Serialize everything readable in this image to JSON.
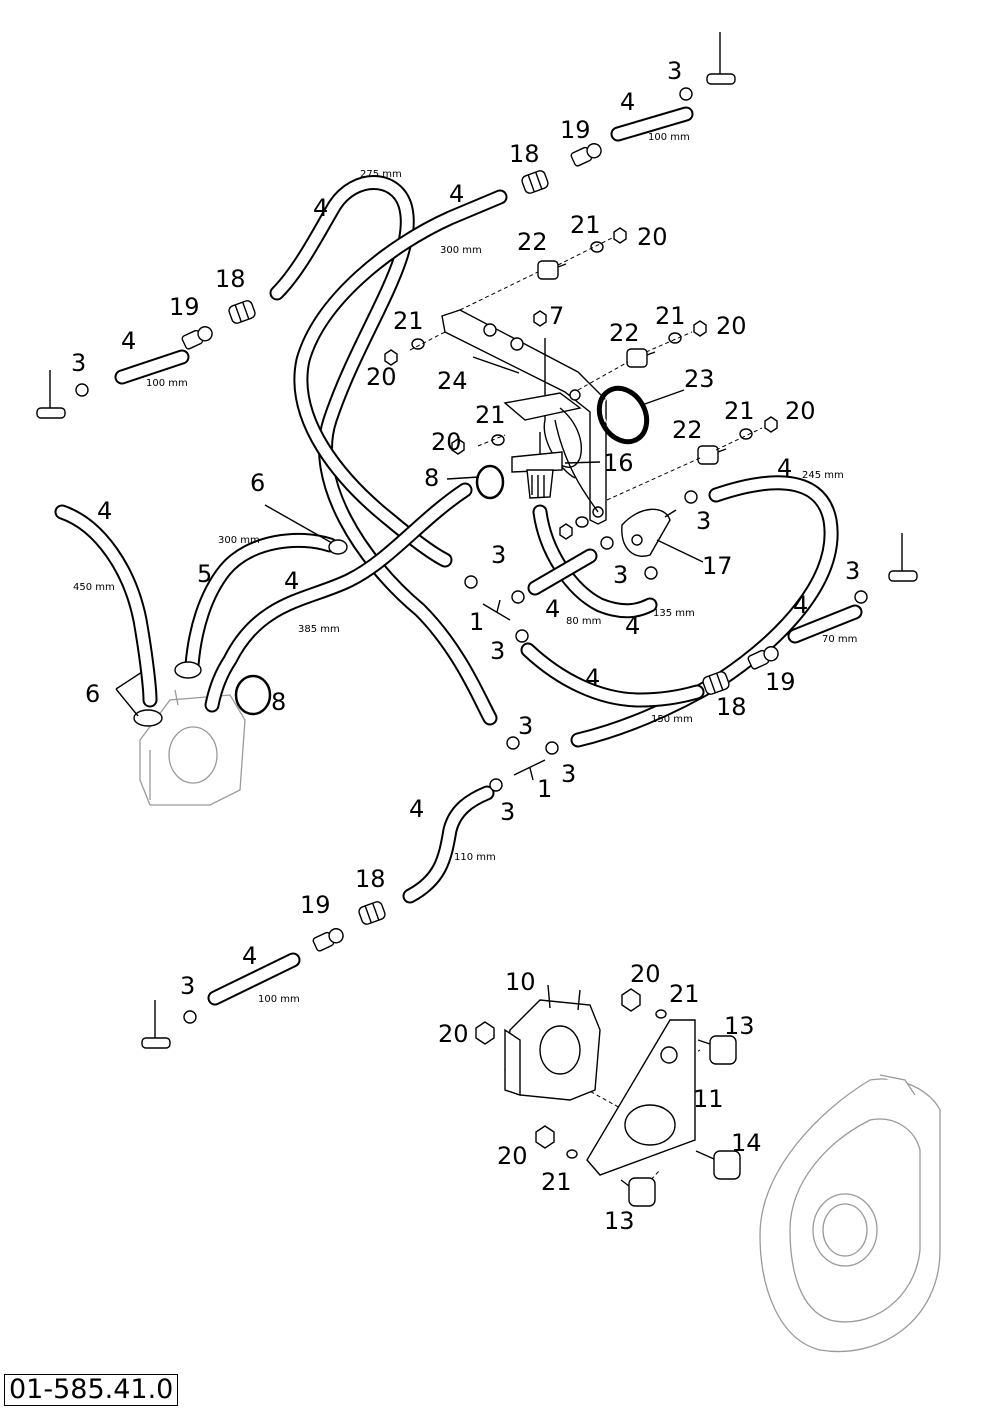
{
  "drawing_number": "01-585.41.0",
  "callouts": [
    "1",
    "3",
    "4",
    "5",
    "6",
    "7",
    "8",
    "10",
    "11",
    "13",
    "14",
    "16",
    "17",
    "18",
    "19",
    "20",
    "21",
    "22",
    "23",
    "24"
  ],
  "dimensions": [
    "70 mm",
    "80 mm",
    "100 mm",
    "110 mm",
    "135 mm",
    "150 mm",
    "245 mm",
    "275 mm",
    "300 mm",
    "385 mm",
    "450 mm"
  ]
}
